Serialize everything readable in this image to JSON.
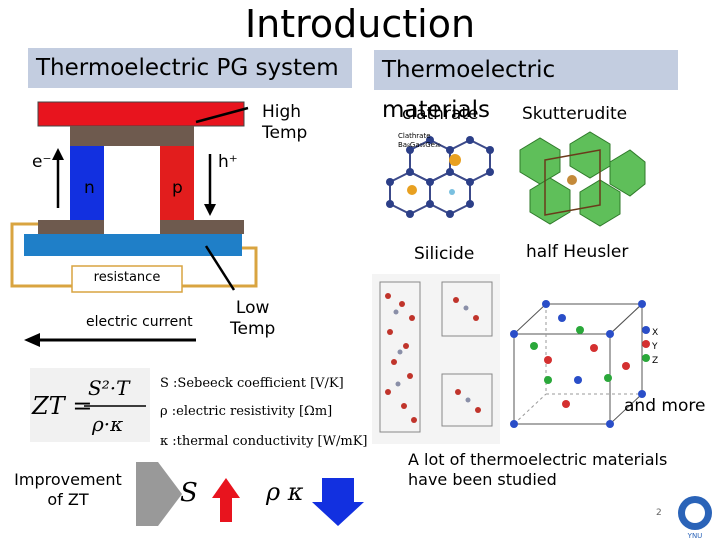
{
  "title": "Introduction",
  "left_header": "Thermoelectric PG system",
  "right_header": "Thermoelectric materials",
  "device": {
    "high_temp": [
      "High",
      "Temp"
    ],
    "low_temp": [
      "Low",
      "Temp"
    ],
    "electron": "e⁻",
    "hole": "h⁺",
    "n": "n",
    "p": "p",
    "resistance": "resistance",
    "electric_current": "electric current"
  },
  "formula": {
    "lhs": "ZT =",
    "numerator": "S²·T",
    "denominator": "ρ·κ",
    "defs": [
      "S :Sebeeck coefficient [V/K]",
      "ρ :electric resistivity [Ωm]",
      "κ :thermal conductivity [W/mK]"
    ]
  },
  "improvement": {
    "label": [
      "Improvement",
      "of ZT"
    ],
    "s": "S",
    "rho_kappa": "ρ κ"
  },
  "materials": {
    "clathrate": "clathrate",
    "skutterudite": "Skutterudite",
    "silicide": "Silicide",
    "half_heusler": "half Heusler",
    "and_more": "and more",
    "clathrate_caption": [
      "Clathrate",
      "Ba₈Ga₁₆Ge₃₀"
    ],
    "heusler_legend": [
      "X",
      "Y",
      "Z"
    ]
  },
  "note": [
    "A lot of thermoelectric materials",
    "have been studied"
  ],
  "page_number": "2",
  "logo_text": "YNU",
  "colors": {
    "header_bg": "#c3cde0",
    "hot": "#e8141e",
    "cold": "#1f7fc8",
    "n": "#1230e0",
    "p": "#e21d1d",
    "wire": "#d9a440"
  }
}
